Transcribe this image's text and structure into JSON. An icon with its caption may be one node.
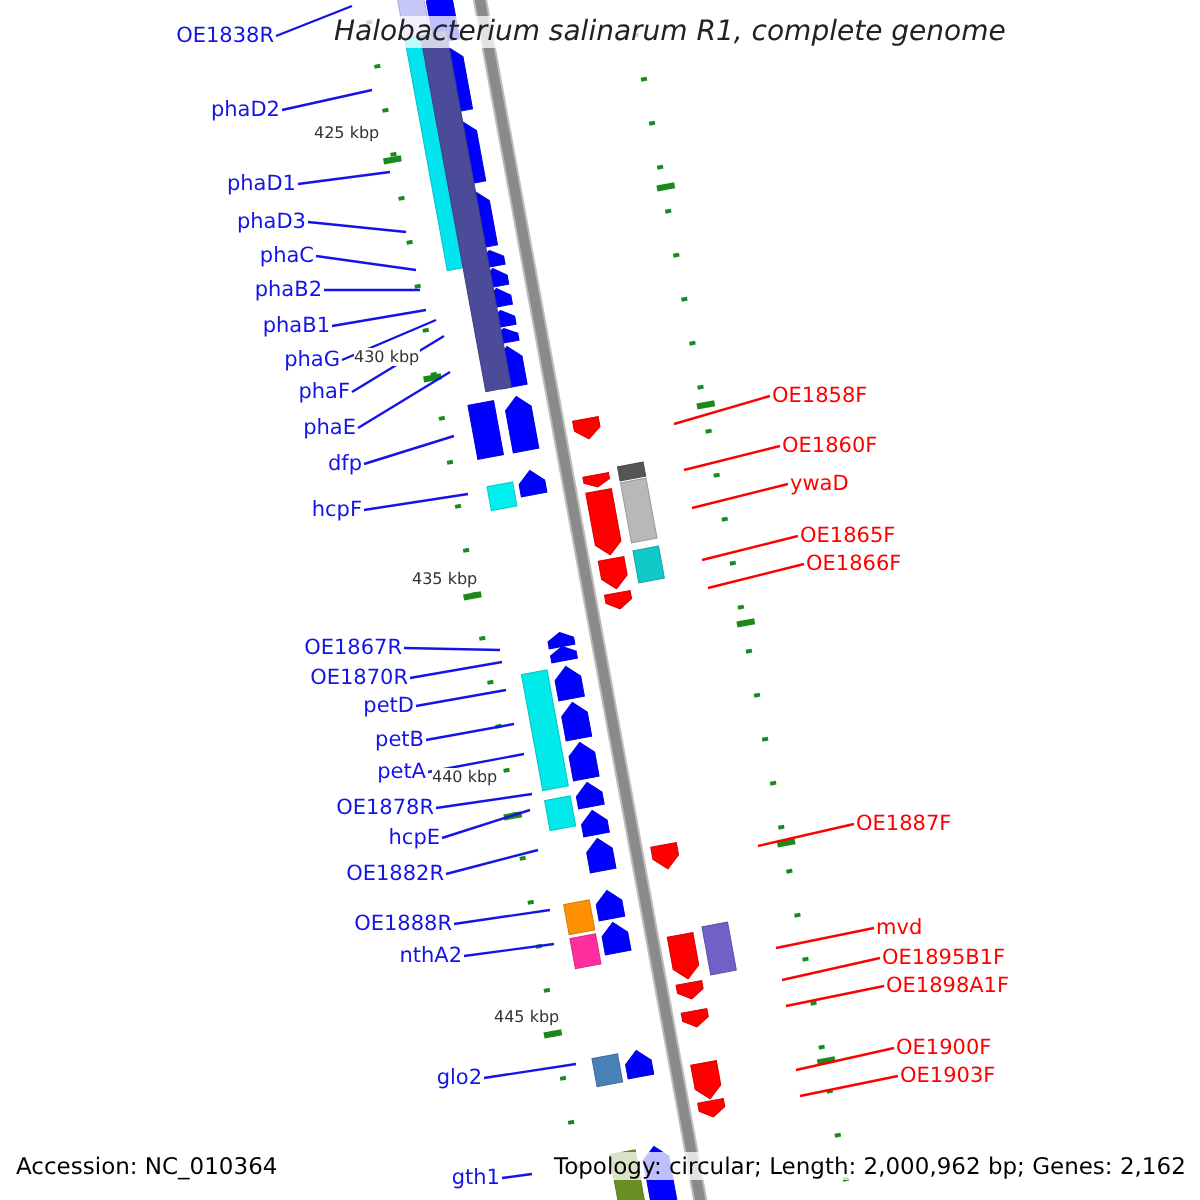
{
  "diagram": {
    "title": "Halobacterium salinarum R1, complete genome",
    "nodes": [
      {
        "text": [
          "OE1838R"
        ]
      },
      {
        "text": [
          "phaD2"
        ]
      },
      {
        "text": [
          "phaD1"
        ]
      },
      {
        "text": [
          "phaD3"
        ]
      },
      {
        "text": [
          "phaC"
        ]
      },
      {
        "text": [
          "phaB2"
        ]
      },
      {
        "text": [
          "phaB1"
        ]
      },
      {
        "text": [
          "phaG"
        ]
      },
      {
        "text": [
          "phaF"
        ]
      },
      {
        "text": [
          "phaE"
        ]
      },
      {
        "text": [
          "dfp"
        ]
      },
      {
        "text": [
          "hcpF"
        ]
      },
      {
        "text": [
          "OE1867R"
        ]
      },
      {
        "text": [
          "OE1870R"
        ]
      },
      {
        "text": [
          "petD"
        ]
      },
      {
        "text": [
          "petB"
        ]
      },
      {
        "text": [
          "petA"
        ]
      },
      {
        "text": [
          "OE1878R"
        ]
      },
      {
        "text": [
          "hcpE"
        ]
      },
      {
        "text": [
          "OE1882R"
        ]
      },
      {
        "text": [
          "OE1888R"
        ]
      },
      {
        "text": [
          "nthA2"
        ]
      },
      {
        "text": [
          "glo2"
        ]
      },
      {
        "text": [
          "gth1"
        ]
      },
      {
        "text": [
          "OE1858F"
        ]
      },
      {
        "text": [
          "OE1860F"
        ]
      },
      {
        "text": [
          "ywaD"
        ]
      },
      {
        "text": [
          "OE1865F"
        ]
      },
      {
        "text": [
          "OE1866F"
        ]
      },
      {
        "text": [
          "OE1887F"
        ]
      },
      {
        "text": [
          "mvd"
        ]
      },
      {
        "text": [
          "OE1895B1F"
        ]
      },
      {
        "text": [
          "OE1898A1F"
        ]
      },
      {
        "text": [
          "OE1900F"
        ]
      },
      {
        "text": [
          "OE1903F"
        ]
      }
    ],
    "edges": [
      {
        "from": 0,
        "to": null,
        "arrow": "none"
      },
      {
        "from": 1,
        "to": null,
        "arrow": "none"
      },
      {
        "from": 2,
        "to": null,
        "arrow": "none"
      },
      {
        "from": 3,
        "to": null,
        "arrow": "none"
      },
      {
        "from": 4,
        "to": null,
        "arrow": "none"
      },
      {
        "from": 5,
        "to": null,
        "arrow": "none"
      },
      {
        "from": 6,
        "to": null,
        "arrow": "none"
      },
      {
        "from": 7,
        "to": null,
        "arrow": "none"
      },
      {
        "from": 8,
        "to": null,
        "arrow": "none"
      },
      {
        "from": 9,
        "to": null,
        "arrow": "none"
      },
      {
        "from": 10,
        "to": null,
        "arrow": "none"
      },
      {
        "from": 11,
        "to": null,
        "arrow": "none"
      },
      {
        "from": 12,
        "to": null,
        "arrow": "none"
      },
      {
        "from": 13,
        "to": null,
        "arrow": "none"
      },
      {
        "from": 14,
        "to": null,
        "arrow": "none"
      },
      {
        "from": 15,
        "to": null,
        "arrow": "none"
      },
      {
        "from": 16,
        "to": null,
        "arrow": "none"
      },
      {
        "from": 17,
        "to": null,
        "arrow": "none"
      },
      {
        "from": 18,
        "to": null,
        "arrow": "none"
      },
      {
        "from": 19,
        "to": null,
        "arrow": "none"
      },
      {
        "from": 20,
        "to": null,
        "arrow": "none"
      },
      {
        "from": 21,
        "to": null,
        "arrow": "none"
      },
      {
        "from": 22,
        "to": null,
        "arrow": "none"
      },
      {
        "from": 23,
        "to": null,
        "arrow": "none"
      },
      {
        "from": 24,
        "to": null,
        "arrow": "none",
        "color": "#ff0000"
      },
      {
        "from": 25,
        "to": null,
        "arrow": "none",
        "color": "#ff0000"
      },
      {
        "from": 26,
        "to": null,
        "arrow": "none",
        "color": "#ff0000"
      },
      {
        "from": 27,
        "to": null,
        "arrow": "none",
        "color": "#ff0000"
      },
      {
        "from": 28,
        "to": null,
        "arrow": "none",
        "color": "#ff0000"
      },
      {
        "from": 29,
        "to": null,
        "arrow": "none",
        "color": "#ff0000"
      },
      {
        "from": 30,
        "to": null,
        "arrow": "none",
        "color": "#ff0000"
      },
      {
        "from": 31,
        "to": null,
        "arrow": "none",
        "color": "#ff0000"
      },
      {
        "from": 32,
        "to": null,
        "arrow": "none",
        "color": "#ff0000"
      },
      {
        "from": 33,
        "to": null,
        "arrow": "none",
        "color": "#ff0000"
      },
      {
        "from": 34,
        "to": null,
        "arrow": "none",
        "color": "#ff0000"
      }
    ],
    "labels": [
      "425 kbp",
      "430 kbp",
      "435 kbp",
      "440 kbp",
      "445 kbp",
      "Accession: NC_010364",
      "Topology: circular; Length: 2,000,962 bp; Genes: 2,162"
    ]
  }
}
